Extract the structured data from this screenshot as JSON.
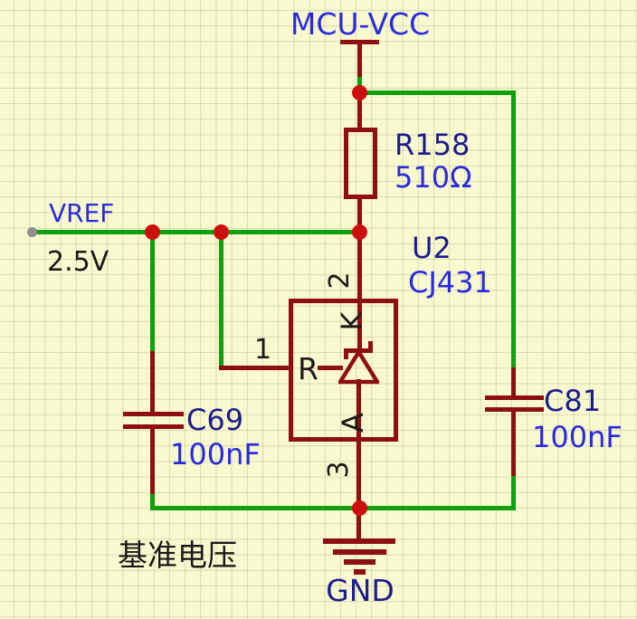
{
  "canvas": {
    "caption": "基准电压"
  },
  "colors": {
    "background": "#f9f9cf",
    "grid_line": "#e0e0bd",
    "wire_green": "#0ea00e",
    "component_red": "#8e0f0f",
    "junction_red": "#cc1010",
    "designator_navy": "#1c1c8e",
    "value_blue": "#2a2ae0",
    "plain_text_black": "#1a1a1a",
    "origin_dot_gray": "#8f8f8f"
  },
  "power": {
    "vcc_label": "MCU-VCC",
    "gnd_label": "GND"
  },
  "nets": {
    "vref_label": "VREF",
    "vref_voltage": "2.5V"
  },
  "components": {
    "r158": {
      "ref": "R158",
      "value": "510Ω"
    },
    "u2": {
      "ref": "U2",
      "value": "CJ431",
      "pin_numbers": {
        "cathode": "2",
        "ref": "1",
        "anode": "3"
      },
      "pad_labels": {
        "cathode": "K",
        "ref": "R",
        "anode": "A"
      }
    },
    "c69": {
      "ref": "C69",
      "value": "100nF"
    },
    "c81": {
      "ref": "C81",
      "value": "100nF"
    }
  }
}
